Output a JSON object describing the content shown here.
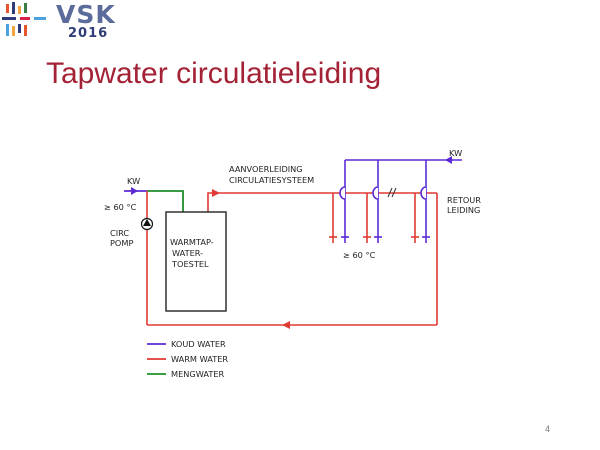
{
  "logo": {
    "brand": "VSK",
    "year": "2016"
  },
  "slide": {
    "title": "Tapwater circulatieleiding",
    "page_number": "4"
  },
  "diagram": {
    "labels": {
      "kw_left": "KW",
      "kw_right": "KW",
      "temp_left": "≥ 60 °C",
      "circ_line1": "CIRC",
      "circ_line2": "POMP",
      "heater_line1": "WARMTAP-",
      "heater_line2": "WATER-",
      "heater_line3": "TOESTEL",
      "supply_line1": "AANVOERLEIDING",
      "supply_line2": "CIRCULATIESYSTEEM",
      "return_line1": "RETOUR",
      "return_line2": "LEIDING",
      "temp_taps": "≥ 60 °C"
    },
    "legend": [
      {
        "label": "KOUD WATER",
        "color": "#5b2bd6"
      },
      {
        "label": "WARM WATER",
        "color": "#e03a34"
      },
      {
        "label": "MENGWATER",
        "color": "#1f8f2a"
      }
    ]
  }
}
